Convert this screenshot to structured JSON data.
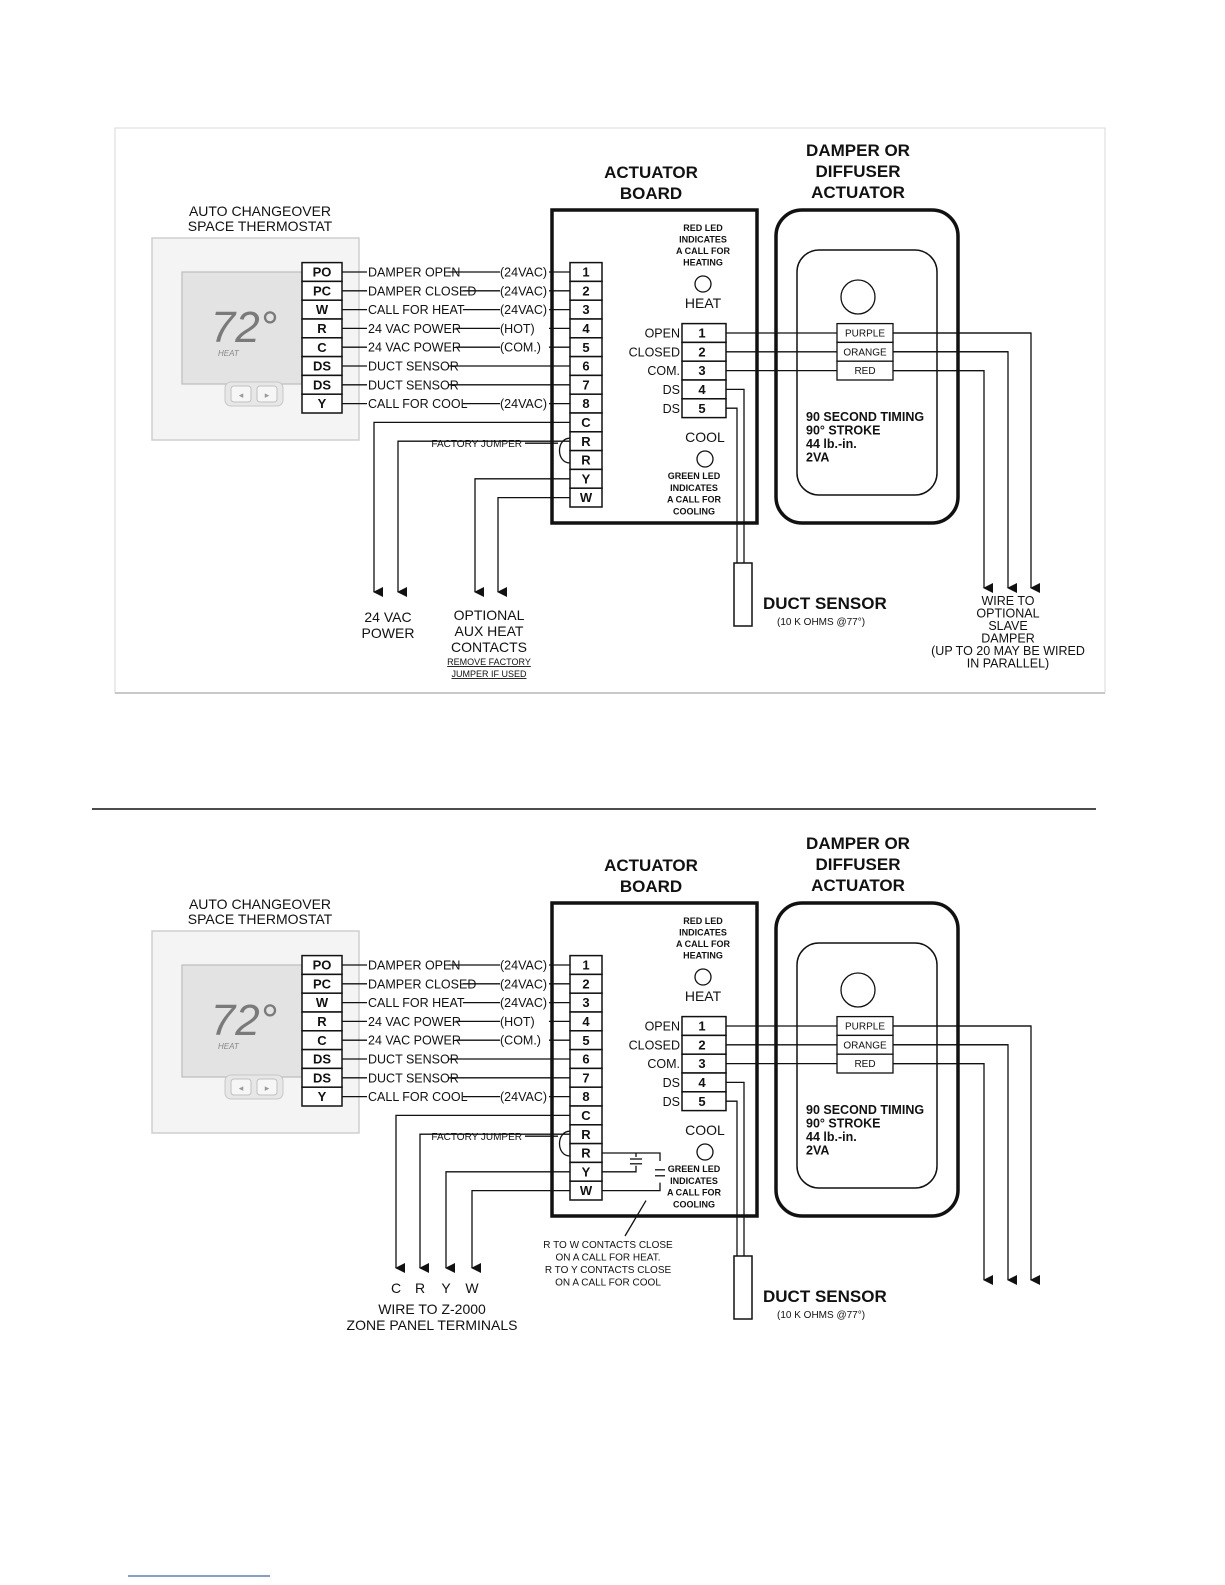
{
  "top": {
    "thermostat_title": [
      "AUTO CHANGEOVER",
      "SPACE THERMOSTAT"
    ],
    "display_temp": "72°",
    "display_mode": "HEAT",
    "actuator_board_title": [
      "ACTUATOR",
      "BOARD"
    ],
    "damper_title": [
      "DAMPER OR",
      "DIFFUSER",
      "ACTUATOR"
    ],
    "thermostat_terminals": [
      "PO",
      "PC",
      "W",
      "R",
      "C",
      "DS",
      "DS",
      "Y"
    ],
    "wire_labels": [
      "DAMPER OPEN",
      "DAMPER CLOSED",
      "CALL FOR HEAT",
      "24 VAC POWER",
      "24 VAC POWER",
      "DUCT SENSOR",
      "DUCT SENSOR",
      "CALL FOR COOL"
    ],
    "wire_notes": [
      "(24VAC)",
      "(24VAC)",
      "(24VAC)",
      "(HOT)",
      "(COM.)",
      "",
      "",
      "(24VAC)"
    ],
    "board_terminals": [
      "1",
      "2",
      "3",
      "4",
      "5",
      "6",
      "7",
      "8",
      "C",
      "R",
      "R",
      "Y",
      "W"
    ],
    "red_led": [
      "RED LED",
      "INDICATES",
      "A CALL FOR",
      "HEATING"
    ],
    "heat": "HEAT",
    "cool": "COOL",
    "green_led": [
      "GREEN LED",
      "INDICATES",
      "A CALL FOR",
      "COOLING"
    ],
    "output_labels": [
      "OPEN",
      "CLOSED",
      "COM.",
      "DS",
      "DS"
    ],
    "output_terminals": [
      "1",
      "2",
      "3",
      "4",
      "5"
    ],
    "actuator_wires": [
      "PURPLE",
      "ORANGE",
      "RED"
    ],
    "specs": [
      "90 SECOND TIMING",
      "90° STROKE",
      "44 lb.-in.",
      "2VA"
    ],
    "factory_jumper": "FACTORY JUMPER",
    "duct_sensor": "DUCT SENSOR",
    "duct_sensor_spec": "(10 K OHMS @77°)",
    "power_label": [
      "24 VAC",
      "POWER"
    ],
    "aux_heat_label": [
      "OPTIONAL",
      "AUX HEAT",
      "CONTACTS"
    ],
    "aux_heat_note": [
      "REMOVE FACTORY",
      "JUMPER IF USED"
    ],
    "slave_label": [
      "WIRE TO",
      "OPTIONAL",
      "SLAVE",
      "DAMPER",
      "(UP TO 20 MAY BE WIRED",
      "IN PARALLEL)"
    ]
  },
  "bottom": {
    "thermostat_title": [
      "AUTO CHANGEOVER",
      "SPACE THERMOSTAT"
    ],
    "display_temp": "72°",
    "display_mode": "HEAT",
    "actuator_board_title": [
      "ACTUATOR",
      "BOARD"
    ],
    "damper_title": [
      "DAMPER OR",
      "DIFFUSER",
      "ACTUATOR"
    ],
    "thermostat_terminals": [
      "PO",
      "PC",
      "W",
      "R",
      "C",
      "DS",
      "DS",
      "Y"
    ],
    "wire_labels": [
      "DAMPER OPEN",
      "DAMPER CLOSED",
      "CALL FOR HEAT",
      "24 VAC POWER",
      "24 VAC POWER",
      "DUCT SENSOR",
      "DUCT SENSOR",
      "CALL FOR COOL"
    ],
    "wire_notes": [
      "(24VAC)",
      "(24VAC)",
      "(24VAC)",
      "(HOT)",
      "(COM.)",
      "",
      "",
      "(24VAC)"
    ],
    "board_terminals": [
      "1",
      "2",
      "3",
      "4",
      "5",
      "6",
      "7",
      "8",
      "C",
      "R",
      "R",
      "Y",
      "W"
    ],
    "red_led": [
      "RED LED",
      "INDICATES",
      "A CALL FOR",
      "HEATING"
    ],
    "heat": "HEAT",
    "cool": "COOL",
    "green_led": [
      "GREEN LED",
      "INDICATES",
      "A CALL FOR",
      "COOLING"
    ],
    "output_labels": [
      "OPEN",
      "CLOSED",
      "COM.",
      "DS",
      "DS"
    ],
    "output_terminals": [
      "1",
      "2",
      "3",
      "4",
      "5"
    ],
    "actuator_wires": [
      "PURPLE",
      "ORANGE",
      "RED"
    ],
    "specs": [
      "90 SECOND TIMING",
      "90° STROKE",
      "44 lb.-in.",
      "2VA"
    ],
    "factory_jumper": "FACTORY JUMPER",
    "duct_sensor": "DUCT SENSOR",
    "duct_sensor_spec": "(10 K OHMS @77°)",
    "contacts_note": [
      "R TO W CONTACTS CLOSE",
      "ON A CALL FOR HEAT.",
      "R TO Y CONTACTS CLOSE",
      "ON A CALL FOR COOL"
    ],
    "zone_letters": [
      "C",
      "R",
      "Y",
      "W"
    ],
    "zone_label": [
      "WIRE TO Z-2000",
      "ZONE PANEL TERMINALS"
    ]
  }
}
